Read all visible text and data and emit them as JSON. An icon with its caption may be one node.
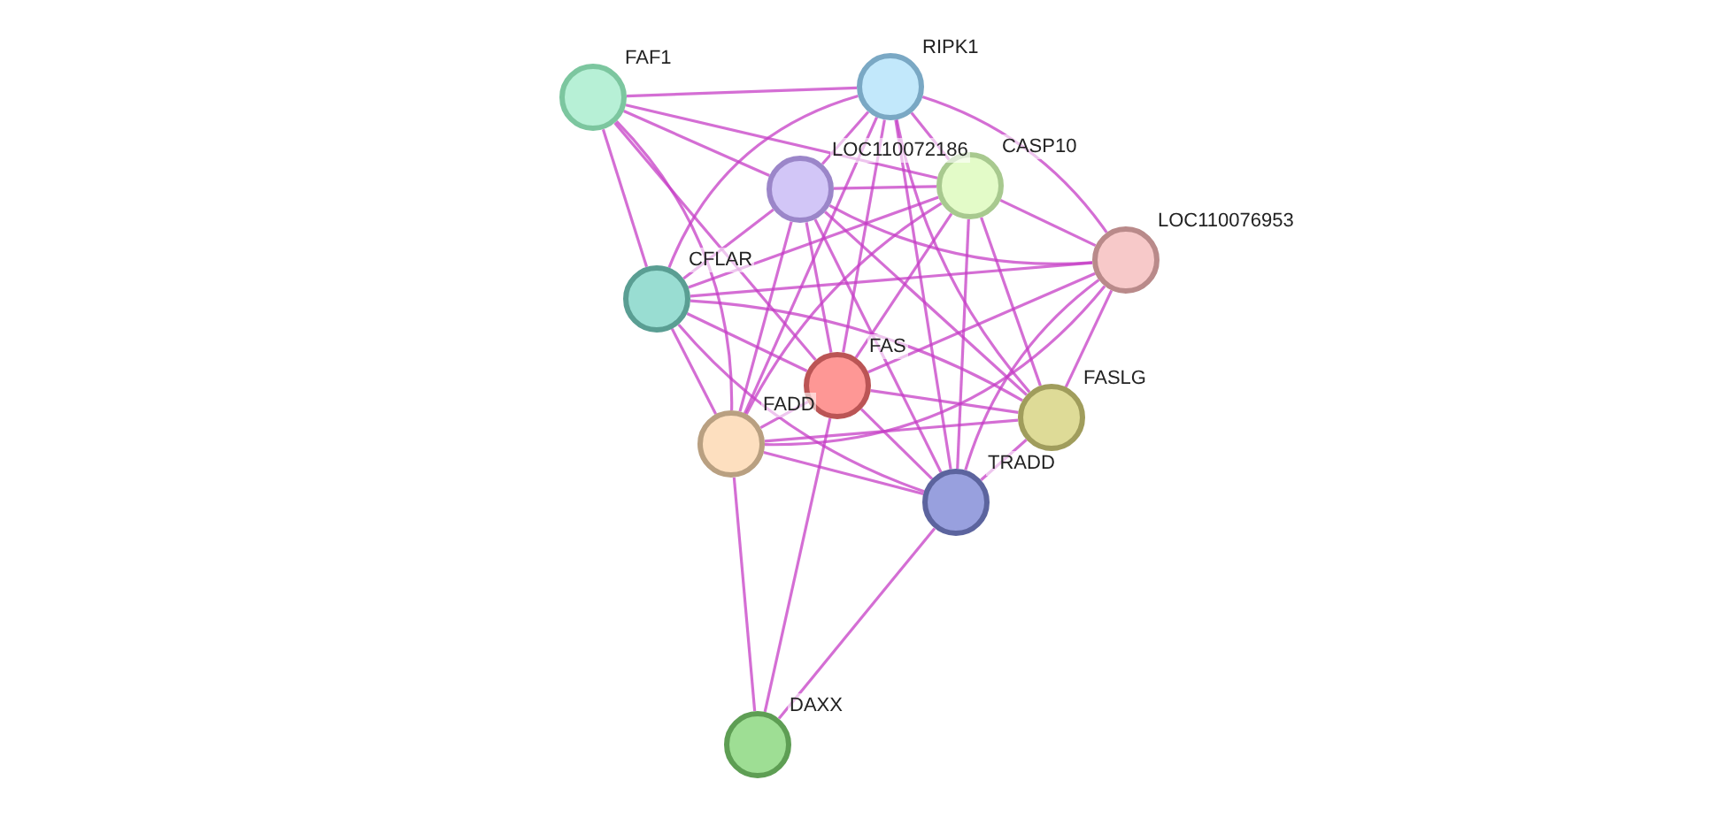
{
  "diagram": {
    "nodes": [
      {
        "text": [
          "FAF1"
        ]
      },
      {
        "text": [
          "RIPK1"
        ]
      },
      {
        "text": [
          "LOC110072186"
        ]
      },
      {
        "text": [
          "CASP10"
        ]
      },
      {
        "text": [
          "LOC110076953"
        ]
      },
      {
        "text": [
          "CFLAR"
        ]
      },
      {
        "text": [
          "FAS"
        ]
      },
      {
        "text": [
          "FASLG"
        ]
      },
      {
        "text": [
          "FADD"
        ]
      },
      {
        "text": [
          "TRADD"
        ]
      },
      {
        "text": [
          "DAXX"
        ]
      }
    ],
    "edges": [
      {
        "from": 0,
        "to": 1,
        "arrow": "none"
      },
      {
        "from": 0,
        "to": 2,
        "arrow": "none"
      },
      {
        "from": 0,
        "to": 3,
        "arrow": "none"
      },
      {
        "from": 0,
        "to": 5,
        "arrow": "none"
      },
      {
        "from": 0,
        "to": 6,
        "arrow": "none"
      },
      {
        "from": 0,
        "to": 8,
        "arrow": "none"
      },
      {
        "from": 1,
        "to": 2,
        "arrow": "none"
      },
      {
        "from": 1,
        "to": 3,
        "arrow": "none"
      },
      {
        "from": 1,
        "to": 4,
        "arrow": "none"
      },
      {
        "from": 1,
        "to": 5,
        "arrow": "none"
      },
      {
        "from": 1,
        "to": 6,
        "arrow": "none"
      },
      {
        "from": 1,
        "to": 7,
        "arrow": "none"
      },
      {
        "from": 1,
        "to": 8,
        "arrow": "none"
      },
      {
        "from": 1,
        "to": 9,
        "arrow": "none"
      },
      {
        "from": 2,
        "to": 3,
        "arrow": "none"
      },
      {
        "from": 2,
        "to": 4,
        "arrow": "none"
      },
      {
        "from": 2,
        "to": 5,
        "arrow": "none"
      },
      {
        "from": 2,
        "to": 6,
        "arrow": "none"
      },
      {
        "from": 2,
        "to": 7,
        "arrow": "none"
      },
      {
        "from": 2,
        "to": 8,
        "arrow": "none"
      },
      {
        "from": 2,
        "to": 9,
        "arrow": "none"
      },
      {
        "from": 3,
        "to": 4,
        "arrow": "none"
      },
      {
        "from": 3,
        "to": 5,
        "arrow": "none"
      },
      {
        "from": 3,
        "to": 6,
        "arrow": "none"
      },
      {
        "from": 3,
        "to": 7,
        "arrow": "none"
      },
      {
        "from": 3,
        "to": 8,
        "arrow": "none"
      },
      {
        "from": 3,
        "to": 9,
        "arrow": "none"
      },
      {
        "from": 4,
        "to": 5,
        "arrow": "none"
      },
      {
        "from": 4,
        "to": 6,
        "arrow": "none"
      },
      {
        "from": 4,
        "to": 7,
        "arrow": "none"
      },
      {
        "from": 4,
        "to": 8,
        "arrow": "none"
      },
      {
        "from": 4,
        "to": 9,
        "arrow": "none"
      },
      {
        "from": 5,
        "to": 6,
        "arrow": "none"
      },
      {
        "from": 5,
        "to": 7,
        "arrow": "none"
      },
      {
        "from": 5,
        "to": 8,
        "arrow": "none"
      },
      {
        "from": 5,
        "to": 9,
        "arrow": "none"
      },
      {
        "from": 6,
        "to": 7,
        "arrow": "none"
      },
      {
        "from": 6,
        "to": 8,
        "arrow": "none"
      },
      {
        "from": 6,
        "to": 9,
        "arrow": "none"
      },
      {
        "from": 6,
        "to": 10,
        "arrow": "none"
      },
      {
        "from": 7,
        "to": 8,
        "arrow": "none"
      },
      {
        "from": 7,
        "to": 9,
        "arrow": "none"
      },
      {
        "from": 8,
        "to": 9,
        "arrow": "none"
      },
      {
        "from": 8,
        "to": 10,
        "arrow": "none"
      },
      {
        "from": 9,
        "to": 10,
        "arrow": "none"
      }
    ]
  }
}
